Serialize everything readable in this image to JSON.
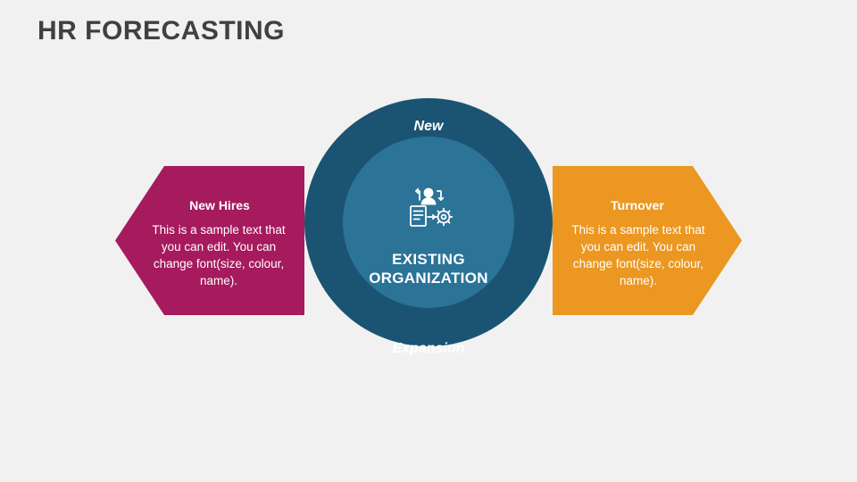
{
  "slide": {
    "title": "HR FORECASTING",
    "background_color": "#f1f1f1",
    "title_color": "#404040"
  },
  "center": {
    "top_label": "New",
    "bottom_label": "Expansion",
    "main_label_line1": "EXISTING",
    "main_label_line2": "ORGANIZATION",
    "icon": "employee-management-gear-icon",
    "outer_color": "#1b5472",
    "inner_color": "#2b7397"
  },
  "left_item": {
    "title": "New Hires",
    "body": "This is a sample text that you can edit. You can change font(size, colour, name).",
    "color": "#a51b5d"
  },
  "right_item": {
    "title": "Turnover",
    "body": "This is a sample text that you can edit. You can change font(size, colour, name).",
    "color": "#eb9721"
  }
}
